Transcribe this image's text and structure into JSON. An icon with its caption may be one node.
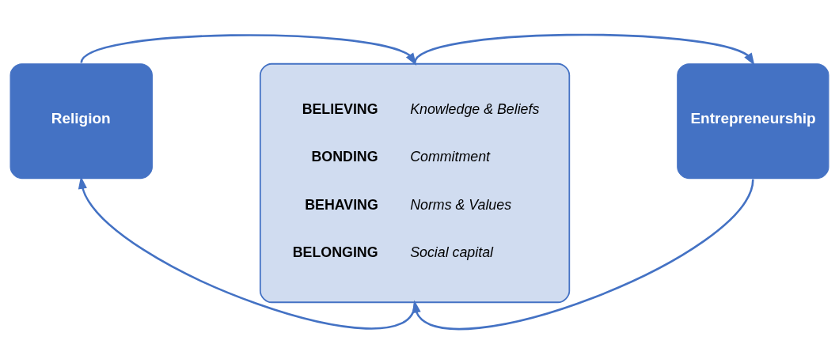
{
  "diagram": {
    "nodes": [
      {
        "text": [
          "Religion"
        ]
      },
      {
        "text": [
          "BELIEVING",
          "Knowledge & Beliefs",
          "BONDING",
          "Commitment",
          "BEHAVING",
          "Norms & Values",
          "BELONGING",
          "Social capital"
        ]
      },
      {
        "text": [
          "Entrepreneurship"
        ]
      }
    ],
    "edges": [
      {
        "from": 0,
        "to": 1,
        "arrow": "to"
      },
      {
        "from": 1,
        "to": 2,
        "arrow": "to"
      },
      {
        "from": 2,
        "to": 1,
        "arrow": "to"
      },
      {
        "from": 1,
        "to": 0,
        "arrow": "to"
      }
    ]
  }
}
